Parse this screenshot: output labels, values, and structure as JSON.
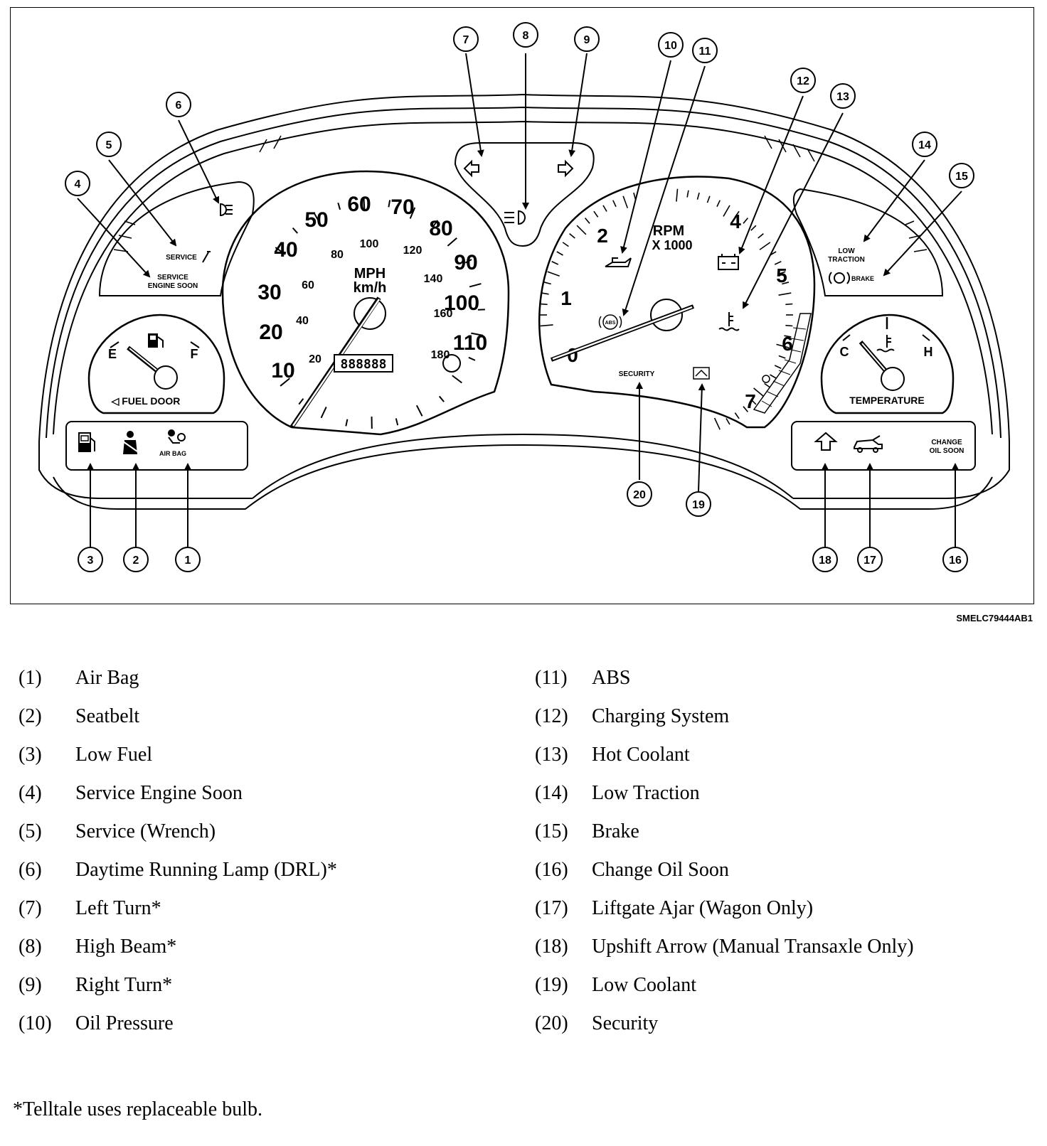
{
  "diagram": {
    "code": "SMELC79444AB1",
    "speedometer": {
      "mph_ticks": [
        "10",
        "20",
        "30",
        "40",
        "50",
        "60",
        "70",
        "80",
        "90",
        "100",
        "110"
      ],
      "kmh_ticks": [
        "20",
        "40",
        "60",
        "80",
        "100",
        "120",
        "140",
        "160",
        "180"
      ],
      "label_top": "MPH",
      "label_bottom": "km/h",
      "odometer": "888888"
    },
    "tachometer": {
      "ticks": [
        "0",
        "1",
        "2",
        "4",
        "5",
        "6",
        "7"
      ],
      "label_top": "RPM",
      "label_bottom": "X 1000"
    },
    "fuel_gauge": {
      "empty": "E",
      "full": "F",
      "label": "◁ FUEL DOOR"
    },
    "temp_gauge": {
      "cold": "C",
      "hot": "H",
      "label": "TEMPERATURE"
    },
    "indicator_text": {
      "service": "SERVICE",
      "service_engine_1": "SERVICE",
      "service_engine_2": "ENGINE SOON",
      "air_bag": "AIR BAG",
      "security": "SECURITY",
      "low_traction_1": "LOW",
      "low_traction_2": "TRACTION",
      "brake": "BRAKE",
      "change_oil_1": "CHANGE",
      "change_oil_2": "OIL SOON",
      "abs": "ABS"
    },
    "callouts": [
      "1",
      "2",
      "3",
      "4",
      "5",
      "6",
      "7",
      "8",
      "9",
      "10",
      "11",
      "12",
      "13",
      "14",
      "15",
      "16",
      "17",
      "18",
      "19",
      "20"
    ]
  },
  "legend": {
    "left": [
      {
        "num": "(1)",
        "label": "Air Bag"
      },
      {
        "num": "(2)",
        "label": "Seatbelt"
      },
      {
        "num": "(3)",
        "label": "Low Fuel"
      },
      {
        "num": "(4)",
        "label": "Service Engine Soon"
      },
      {
        "num": "(5)",
        "label": "Service (Wrench)"
      },
      {
        "num": "(6)",
        "label": "Daytime Running Lamp (DRL)*"
      },
      {
        "num": "(7)",
        "label": "Left Turn*"
      },
      {
        "num": "(8)",
        "label": "High Beam*"
      },
      {
        "num": "(9)",
        "label": "Right Turn*"
      },
      {
        "num": "(10)",
        "label": "Oil Pressure"
      }
    ],
    "right": [
      {
        "num": "(11)",
        "label": "ABS"
      },
      {
        "num": "(12)",
        "label": "Charging System"
      },
      {
        "num": "(13)",
        "label": "Hot Coolant"
      },
      {
        "num": "(14)",
        "label": "Low Traction"
      },
      {
        "num": "(15)",
        "label": "Brake"
      },
      {
        "num": "(16)",
        "label": "Change Oil Soon"
      },
      {
        "num": "(17)",
        "label": "Liftgate Ajar (Wagon Only)"
      },
      {
        "num": "(18)",
        "label": "Upshift Arrow (Manual Transaxle Only)"
      },
      {
        "num": "(19)",
        "label": "Low Coolant"
      },
      {
        "num": "(20)",
        "label": "Security"
      }
    ]
  },
  "footnote": "*Telltale uses replaceable bulb."
}
